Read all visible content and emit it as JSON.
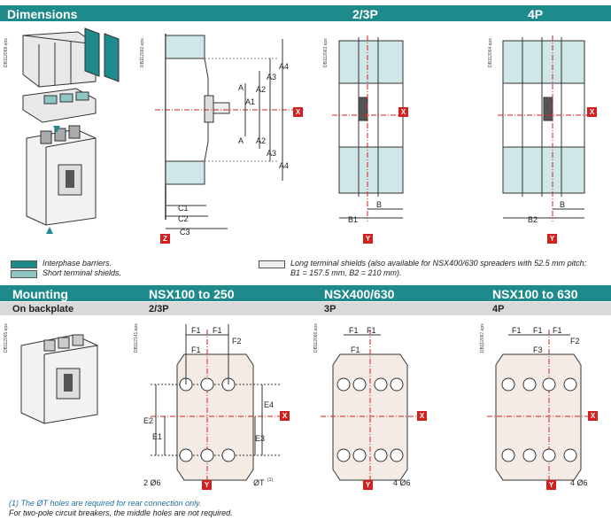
{
  "headers": {
    "dimensions": "Dimensions",
    "col_2p3p": "2/3P",
    "col_4p": "4P",
    "mounting": "Mounting",
    "col_nsx100_250": "NSX100 to 250",
    "col_nsx400_630": "NSX400/630",
    "col_nsx100_630": "NSX100 to 630"
  },
  "subheaders": {
    "on_backplate": "On backplate",
    "p_2_3": "2/3P",
    "p_3": "3P",
    "p_4": "4P"
  },
  "codes": {
    "a": "DB112068.eps",
    "b": "DB112062.eps",
    "c": "DB112063.eps",
    "d": "DB112064.eps",
    "e": "DB112065.eps",
    "f": "DB112141.eps",
    "g": "DB112066.eps",
    "h": "DB112067.eps"
  },
  "legend": {
    "interphase": "Interphase barriers.",
    "short_shields": "Short terminal shields.",
    "long_shields": "Long terminal shields (also available for NSX400/630 spreaders with 52.5 mm pitch:",
    "long_shields_2": "B1 = 157.5 mm, B2 = 210 mm)."
  },
  "colors": {
    "teal": "#1f8a8c",
    "light_teal": "#cfe7e6",
    "mid_teal": "#8fc6c4",
    "marker_red": "#d02020",
    "grey_band": "#d9d9d9"
  },
  "dim_labels": {
    "a": "A",
    "a1": "A1",
    "a2": "A2",
    "a3": "A3",
    "a4": "A4",
    "c1": "C1",
    "c2": "C2",
    "c3": "C3",
    "b": "B",
    "b1": "B1",
    "b2": "B2",
    "f1": "F1",
    "f2": "F2",
    "f3": "F3",
    "e1": "E1",
    "e2": "E2",
    "e3": "E3",
    "e4": "E4",
    "x": "X",
    "y": "Y",
    "z": "Z",
    "hole2": "2 Ø6",
    "hole4": "4 Ø6",
    "hole_t": "ØT",
    "hole_t_sup": "(1)"
  },
  "footnote": {
    "line1": "(1) The ØT holes are required for rear connection only.",
    "line2": "For two-pole circuit breakers, the middle holes are not required."
  }
}
